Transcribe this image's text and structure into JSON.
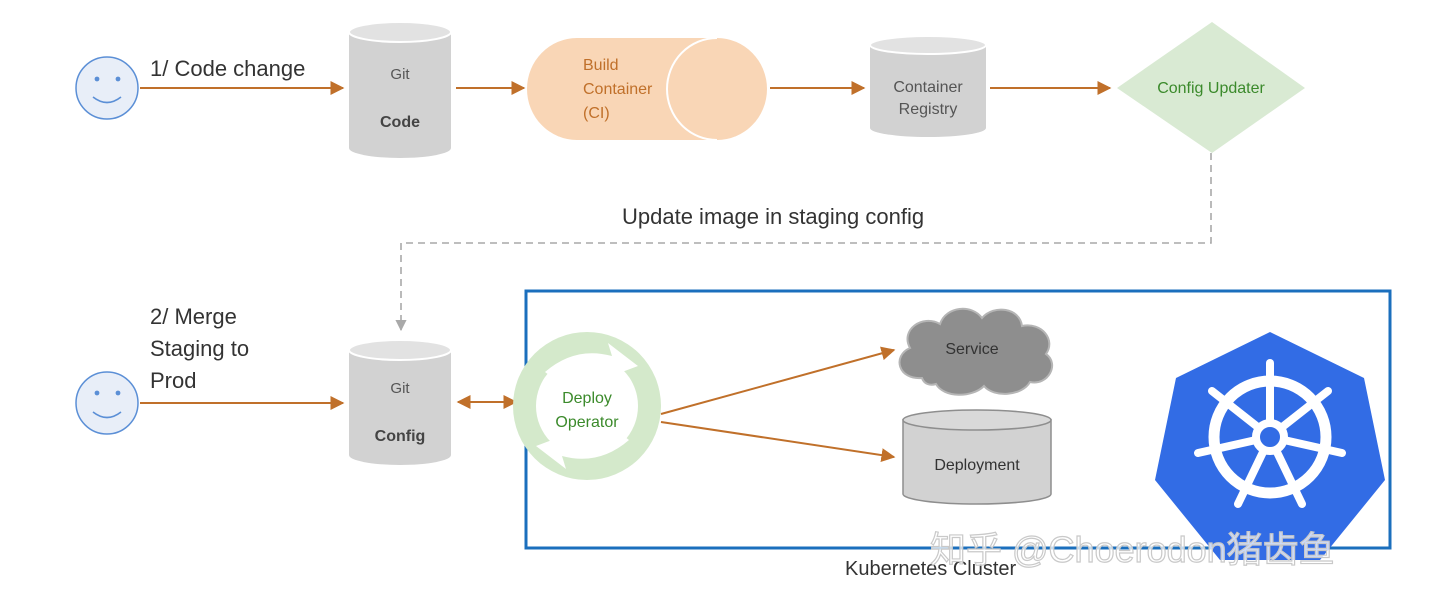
{
  "labels": {
    "code_change": "1/ Code change",
    "merge_line1": "2/ Merge",
    "merge_line2": "Staging to",
    "merge_line3": "Prod",
    "update_image": "Update image in staging config",
    "cluster": "Kubernetes Cluster"
  },
  "nodes": {
    "git_code": {
      "top": "Git",
      "bottom": "Code"
    },
    "build": {
      "line1": "Build",
      "line2": "Container",
      "line3": "(CI)"
    },
    "registry": {
      "line1": "Container",
      "line2": "Registry"
    },
    "config_updater": "Config Updater",
    "git_config": {
      "top": "Git",
      "bottom": "Config"
    },
    "deploy_operator": {
      "line1": "Deploy",
      "line2": "Operator"
    },
    "service": "Service",
    "deployment": "Deployment"
  },
  "watermark": "知乎 @Choerodon猪齿鱼",
  "colors": {
    "arrow": "#c0702a",
    "cylinder": "#d2d2d2",
    "build_fill": "#f9d6b6",
    "build_text": "#c0702a",
    "updater_fill": "#d9ead3",
    "updater_text": "#3b8a2b",
    "operator_ring": "#d4e9cb",
    "operator_text": "#3b8a2b",
    "cluster_border": "#1b6fbd",
    "k8s_blue": "#326ce5",
    "face_fill": "#e8eef8",
    "face_stroke": "#5b8fd6"
  }
}
